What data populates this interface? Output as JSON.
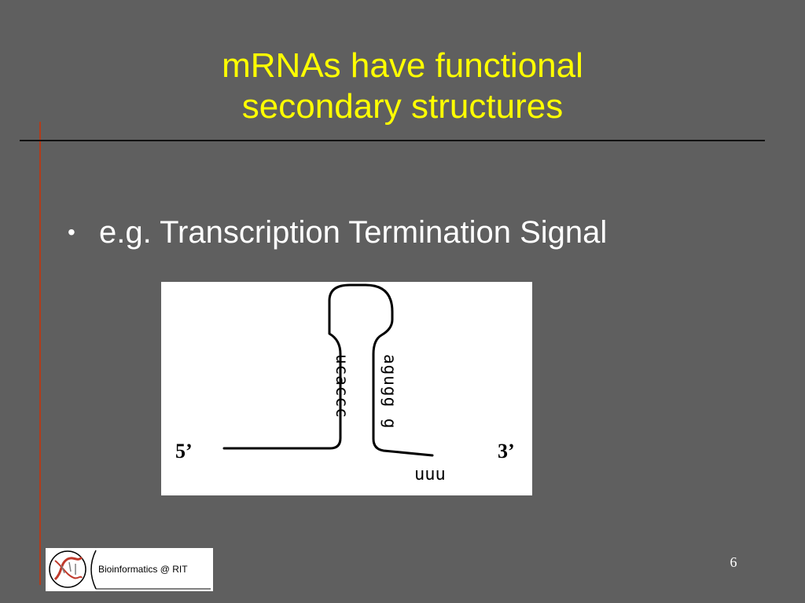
{
  "slide": {
    "title_line1": "mRNAs have functional",
    "title_line2": "secondary structures",
    "bullet": "e.g. Transcription Termination Signal",
    "page_number": "6"
  },
  "diagram": {
    "five_prime": "5’",
    "three_prime": "3’",
    "left_stem_seq": "ucaccc",
    "right_stem_seq": "agugg g",
    "tail_seq": "uuu"
  },
  "logo": {
    "text": "Bioinformatics @ RIT"
  },
  "colors": {
    "background": "#5f5f5f",
    "title": "#ffff00",
    "accent_rule": "#b03c1c"
  }
}
